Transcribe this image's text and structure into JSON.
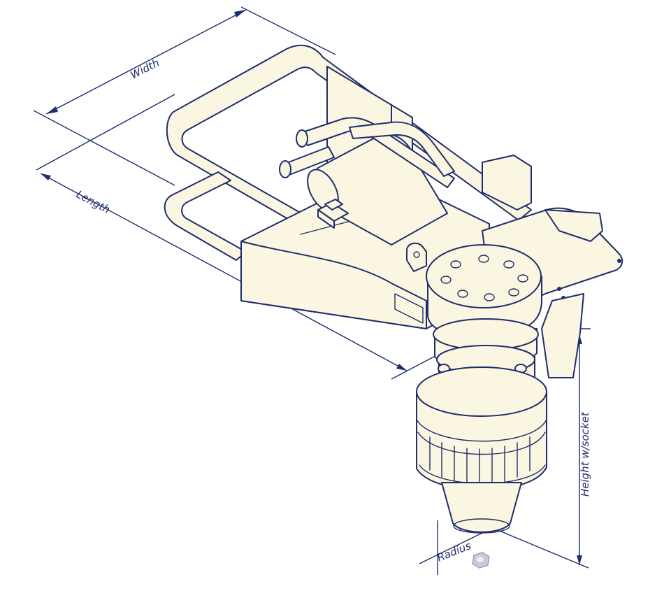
{
  "labels": {
    "width": "Width",
    "length": "Length",
    "height": "Height w/socket",
    "radius": "Radius"
  },
  "colors": {
    "line": "#1f2d6b",
    "fill": "#fbf6e1",
    "background": "#ffffff"
  }
}
